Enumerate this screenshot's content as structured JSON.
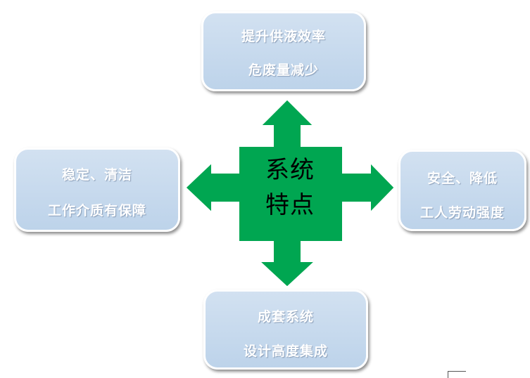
{
  "center": {
    "line1": "系统",
    "line2": "特点"
  },
  "boxes": {
    "top": {
      "line1": "提升供液效率",
      "line2": "危废量减少"
    },
    "left": {
      "line1": "稳定、清洁",
      "line2": "工作介质有保障"
    },
    "right": {
      "line1": "安全、降低",
      "line2": "工人劳动强度"
    },
    "bottom": {
      "line1": "成套系统",
      "line2": "设计高度集成"
    }
  },
  "colors": {
    "arrow_fill": "#00a651",
    "arrow_stroke": "#ffffff",
    "box_fill": "#c6daef",
    "box_text": "#ffffff",
    "center_text": "#000000"
  }
}
